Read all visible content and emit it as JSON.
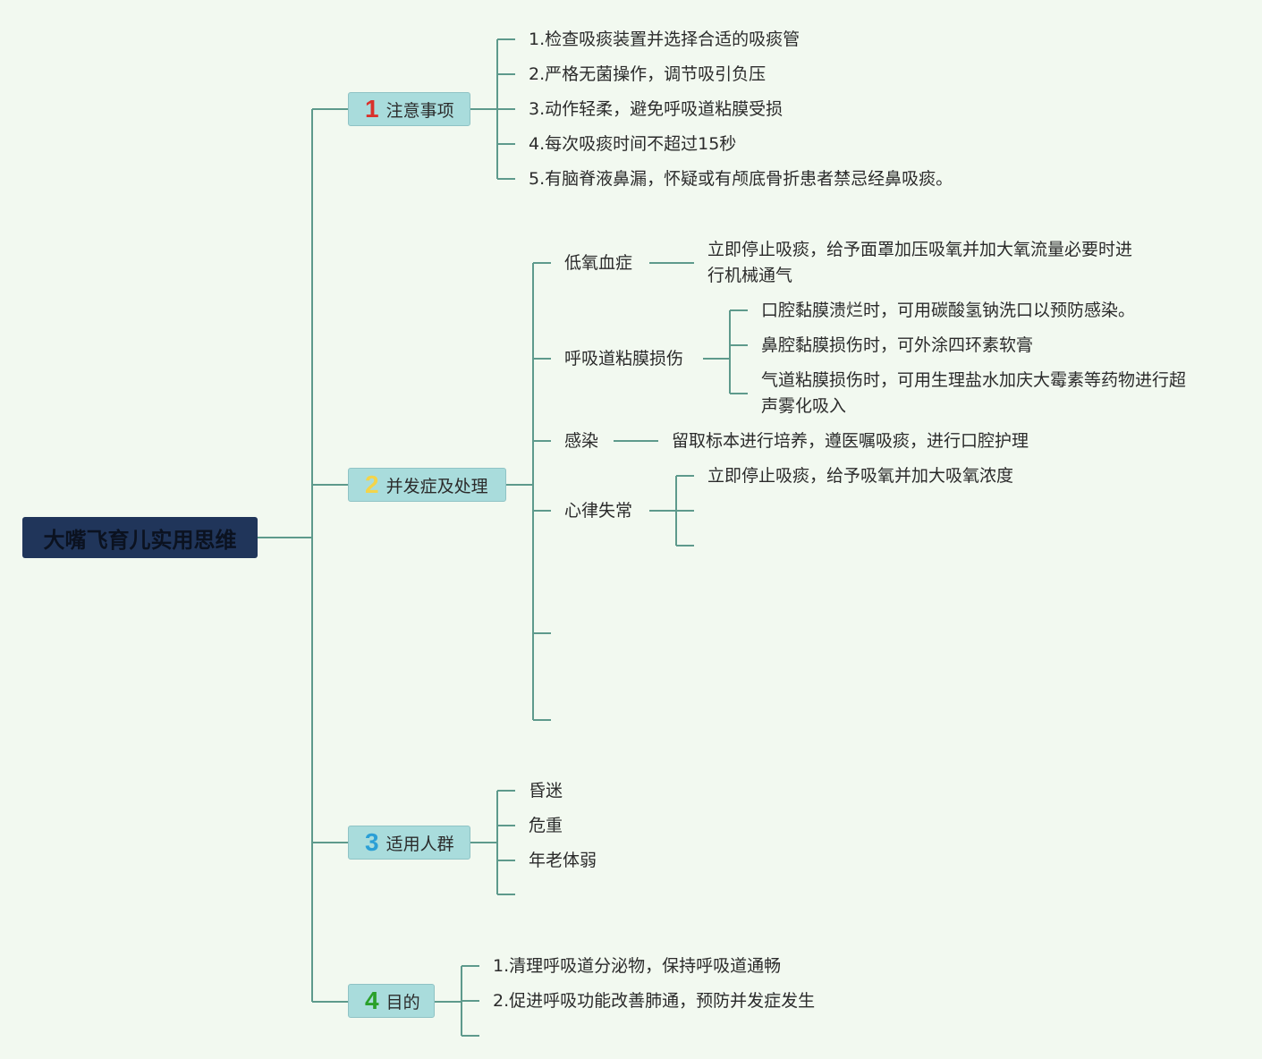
{
  "root": {
    "title": "大嘴飞育儿实用思维"
  },
  "branches": [
    {
      "num": "1",
      "num_color": "#d9312b",
      "label": "注意事项",
      "items": [
        "1.检查吸痰装置并选择合适的吸痰管",
        "2.严格无菌操作，调节吸引负压",
        "3.动作轻柔，避免呼吸道粘膜受损",
        "4.每次吸痰时间不超过15秒",
        "5.有脑脊液鼻漏，怀疑或有颅底骨折患者禁忌经鼻吸痰。"
      ]
    },
    {
      "num": "2",
      "num_color": "#f3d44a",
      "label": "并发症及处理",
      "subs": [
        {
          "label": "低氧血症",
          "detail_line1": "立即停止吸痰，给予面罩加压吸氧并加大氧流量必要时进",
          "detail_line2": "行机械通气"
        },
        {
          "label": "呼吸道粘膜损伤",
          "details": [
            "口腔黏膜溃烂时，可用碳酸氢钠洗口以预防感染。",
            "鼻腔黏膜损伤时，可外涂四环素软膏"
          ],
          "detail3_line1": "气道粘膜损伤时，可用生理盐水加庆大霉素等药物进行超",
          "detail3_line2": "声雾化吸入"
        },
        {
          "label": "感染",
          "detail": "留取标本进行培养，遵医嘱吸痰，进行口腔护理"
        },
        {
          "label": "心律失常",
          "detail": "立即停止吸痰，给予吸氧并加大吸氧浓度"
        }
      ]
    },
    {
      "num": "3",
      "num_color": "#2b9fd6",
      "label": "适用人群",
      "items": [
        "昏迷",
        "危重",
        "年老体弱"
      ]
    },
    {
      "num": "4",
      "num_color": "#2aa02a",
      "label": "目的",
      "items": [
        "1.清理呼吸道分泌物，保持呼吸道通畅",
        "2.促进呼吸功能改善肺通，预防并发症发生"
      ]
    }
  ]
}
